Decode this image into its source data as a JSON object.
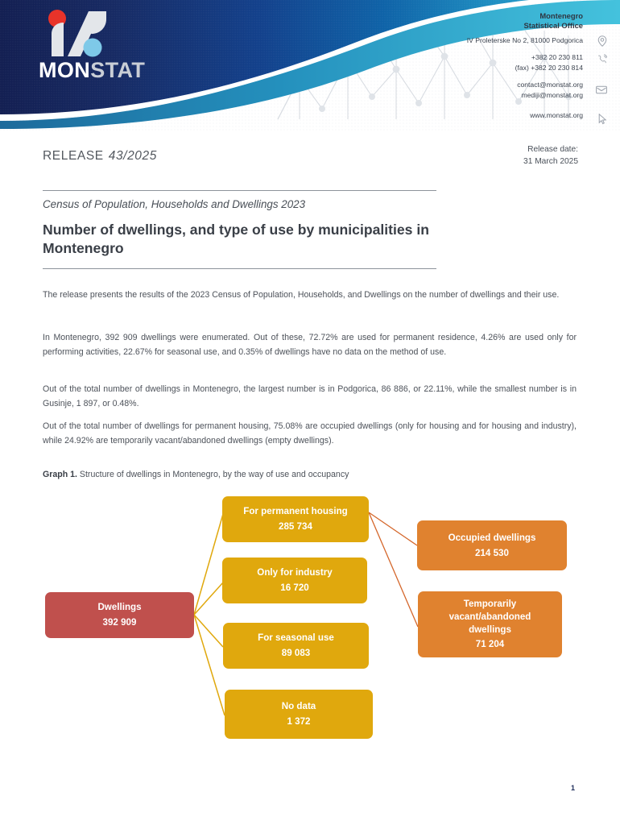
{
  "header": {
    "logo": {
      "wordmark_bold": "MON",
      "wordmark_light": "STAT"
    },
    "contact": {
      "org_line1": "Montenegro",
      "org_line2": "Statistical Office",
      "address": "IV Proleterske No 2, 81000 Podgorica",
      "phone": "+382 20 230 811",
      "fax": "(fax) +382 20 230 814",
      "email1": "contact@monstat.org",
      "email2": "mediji@monstat.org",
      "website": "www.monstat.org"
    },
    "icons": [
      "location-pin-icon",
      "phone-icon",
      "envelope-icon",
      "cursor-icon"
    ]
  },
  "release": {
    "label": "RELEASE",
    "number": "43/2025",
    "date_label": "Release date:",
    "date_value": "31 March 2025"
  },
  "titles": {
    "subtitle": "Census of Population, Households and Dwellings 2023",
    "main": "Number of dwellings, and type of use by municipalities in Montenegro"
  },
  "body": {
    "p1": "The release presents the results of the 2023 Census of Population, Households, and Dwellings on the number of dwellings and their use.",
    "p2": "In Montenegro, 392 909 dwellings were enumerated. Out of these, 72.72% are used for permanent residence, 4.26% are used only for performing activities, 22.67% for seasonal use, and 0.35% of dwellings have no data on the method of use.",
    "p3": "Out of the total number of dwellings in Montenegro, the largest number is in Podgorica, 86 886, or 22.11%, while the smallest number is in Gusinje, 1 897, or 0.48%.",
    "p4": "Out of the total number of dwellings for permanent housing, 75.08% are occupied dwellings (only for housing and for housing and industry), while 24.92% are temporarily vacant/abandoned dwellings (empty dwellings)."
  },
  "graph": {
    "caption_bold": "Graph 1.",
    "caption_rest": " Structure of dwellings in Montenegro, by the way of use and occupancy"
  },
  "chart_data": {
    "type": "diagram",
    "title": "Structure of dwellings in Montenegro, by the way of use and occupancy",
    "nodes": [
      {
        "id": "root",
        "label": "Dwellings",
        "value": "392 909",
        "color": "#c0504d",
        "level": 0
      },
      {
        "id": "permanent",
        "label": "For permanent housing",
        "value": "285 734",
        "color": "#e0a80d",
        "level": 1
      },
      {
        "id": "industry",
        "label": "Only for industry",
        "value": "16 720",
        "color": "#e0a80d",
        "level": 1
      },
      {
        "id": "seasonal",
        "label": "For seasonal use",
        "value": "89 083",
        "color": "#e0a80d",
        "level": 1
      },
      {
        "id": "nodata",
        "label": "No data",
        "value": "1 372",
        "color": "#e0a80d",
        "level": 1
      },
      {
        "id": "occupied",
        "label": "Occupied dwellings",
        "value": "214 530",
        "color": "#e0822f",
        "level": 2
      },
      {
        "id": "vacant",
        "label": "Temporarily vacant/abandoned dwellings",
        "value": "71 204",
        "color": "#e0822f",
        "level": 2
      }
    ],
    "edges": [
      {
        "from": "root",
        "to": "permanent"
      },
      {
        "from": "root",
        "to": "industry"
      },
      {
        "from": "root",
        "to": "seasonal"
      },
      {
        "from": "root",
        "to": "nodata"
      },
      {
        "from": "permanent",
        "to": "occupied"
      },
      {
        "from": "permanent",
        "to": "vacant"
      }
    ],
    "vacant_label_lines": [
      "Temporarily",
      "vacant/abandoned",
      "dwellings"
    ]
  },
  "footer": {
    "page_number": "1"
  }
}
